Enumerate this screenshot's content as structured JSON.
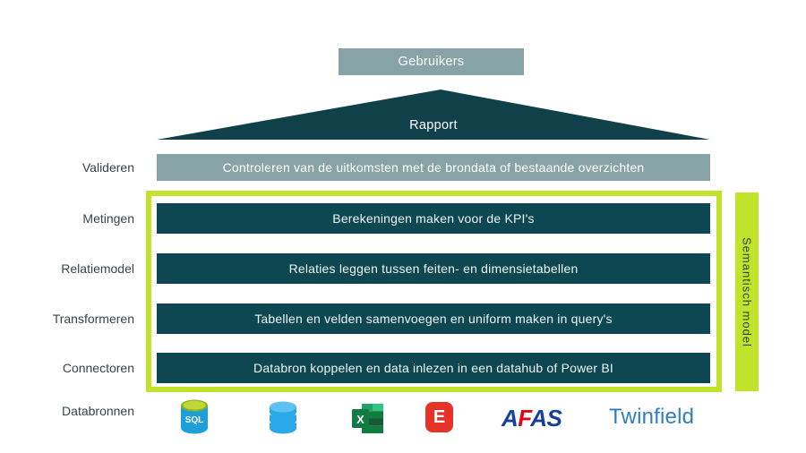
{
  "colors": {
    "dark_teal": "#0d4751",
    "roof_teal": "#10414a",
    "gray_teal": "#87a3a7",
    "lime": "#c1e42a",
    "label_text": "#36454a",
    "afas_blue": "#16409b",
    "afas_red": "#e30613",
    "twinfield_blue": "#2e7fc0",
    "exact_red": "#e5332a"
  },
  "top": {
    "gebruikers_label": "Gebruikers",
    "rapport_label": "Rapport"
  },
  "rows": [
    {
      "label": "Valideren",
      "text": "Controleren van de uitkomsten met de brondata of bestaande overzichten"
    },
    {
      "label": "Metingen",
      "text": "Berekeningen maken voor de KPI's"
    },
    {
      "label": "Relatiemodel",
      "text": "Relaties leggen tussen feiten- en dimensietabellen"
    },
    {
      "label": "Transformeren",
      "text": "Tabellen en velden samenvoegen en uniform maken in query's"
    },
    {
      "label": "Connectoren",
      "text": "Databron koppelen en data inlezen in een datahub of Power BI"
    }
  ],
  "side_label": "Semantisch model",
  "datasources": {
    "label": "Databronnen",
    "sql_text": "SQL",
    "excel_letter": "X",
    "exact_letter": "E",
    "afas_letters": {
      "a1": "A",
      "f": "F",
      "a2": "A",
      "s": "S"
    },
    "twinfield": "Twinfield"
  }
}
